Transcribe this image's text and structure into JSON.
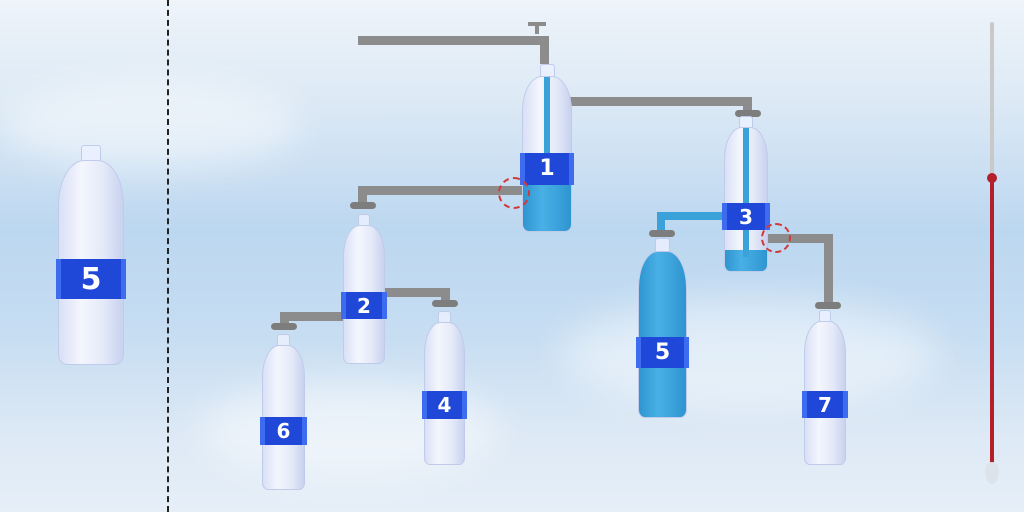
{
  "game": {
    "candidate_bottle": {
      "number": "5",
      "fill": 0
    },
    "bottles": [
      {
        "number": "1",
        "fill": 0.42
      },
      {
        "number": "2",
        "fill": 0
      },
      {
        "number": "3",
        "fill": 0.15
      },
      {
        "number": "4",
        "fill": 0
      },
      {
        "number": "5",
        "fill": 1.0
      },
      {
        "number": "6",
        "fill": 0
      },
      {
        "number": "7",
        "fill": 0
      }
    ],
    "blocked_pipes": [
      "bottle-1-to-bottle-2",
      "bottle-3-to-bottle-7"
    ],
    "timer_remaining": 0.65,
    "colors": {
      "water": "#3aa2d8",
      "label": "#2048d8",
      "pipe": "#8c8c8c",
      "timer": "#b3202c"
    }
  }
}
